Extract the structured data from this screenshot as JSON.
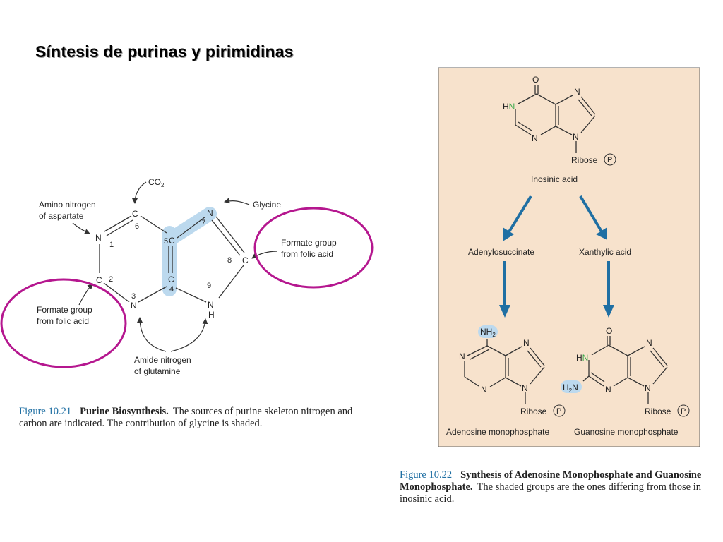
{
  "slide": {
    "title": "Síntesis de purinas y pirimidinas"
  },
  "fig21": {
    "labels": {
      "co2": "CO",
      "co2_sub": "2",
      "glycine": "Glycine",
      "aspartate_1": "Amino nitrogen",
      "aspartate_2": "of aspartate",
      "formate_right_1": "Formate group",
      "formate_right_2": "from folic acid",
      "formate_left_1": "Formate group",
      "formate_left_2": "from folic acid",
      "glutamine_1": "Amide nitrogen",
      "glutamine_2": "of glutamine"
    },
    "atoms": {
      "n1": "N",
      "c2": "C",
      "n3": "N",
      "c4": "C",
      "c5": "C",
      "c6": "C",
      "n7": "N",
      "c8": "C",
      "n9": "N",
      "h9": "H"
    },
    "positions": {
      "p1": "1",
      "p2": "2",
      "p3": "3",
      "p4": "4",
      "p5": "5",
      "p6": "6",
      "p7": "7",
      "p8": "8",
      "p9": "9"
    },
    "caption": {
      "figure": "Figure 10.21",
      "title": "Purine Biosynthesis.",
      "text": "The sources of purine skeleton nitrogen and carbon are indicated. The contribution of glycine is shaded."
    },
    "highlight_color": "#bcd9ee",
    "circle_color": "#b5178f"
  },
  "fig22": {
    "panel_color": "#f7e2cc",
    "inosinic": {
      "o": "O",
      "hn": "HN",
      "n1": "N",
      "n3": "N",
      "n7": "N",
      "n9": "N",
      "ribose": "Ribose",
      "p": "P",
      "name": "Inosinic acid"
    },
    "adenylosuccinate": "Adenylosuccinate",
    "xanthylic": "Xanthylic acid",
    "amp": {
      "nh2": "NH",
      "nh2_sub": "2",
      "n1": "N",
      "n3": "N",
      "n7": "N",
      "n9": "N",
      "ribose": "Ribose",
      "p": "P",
      "name": "Adenosine monophosphate"
    },
    "gmp": {
      "o": "O",
      "hn": "HN",
      "h2n": "H",
      "h2n_sub": "2",
      "h2n_n": "N",
      "n3": "N",
      "n7": "N",
      "n9": "N",
      "ribose": "Ribose",
      "p": "P",
      "name": "Guanosine monophosphate"
    },
    "caption": {
      "figure": "Figure 10.22",
      "title": "Synthesis of Adenosine Monophosphate and Guanosine Monophosphate.",
      "text": "The shaded groups are the ones differing from those in inosinic acid."
    },
    "colors": {
      "nitrogen": "#3aa84a",
      "ribose": "#e0207a",
      "arrow": "#1f6fa3",
      "shade": "#bcd9ee"
    }
  }
}
